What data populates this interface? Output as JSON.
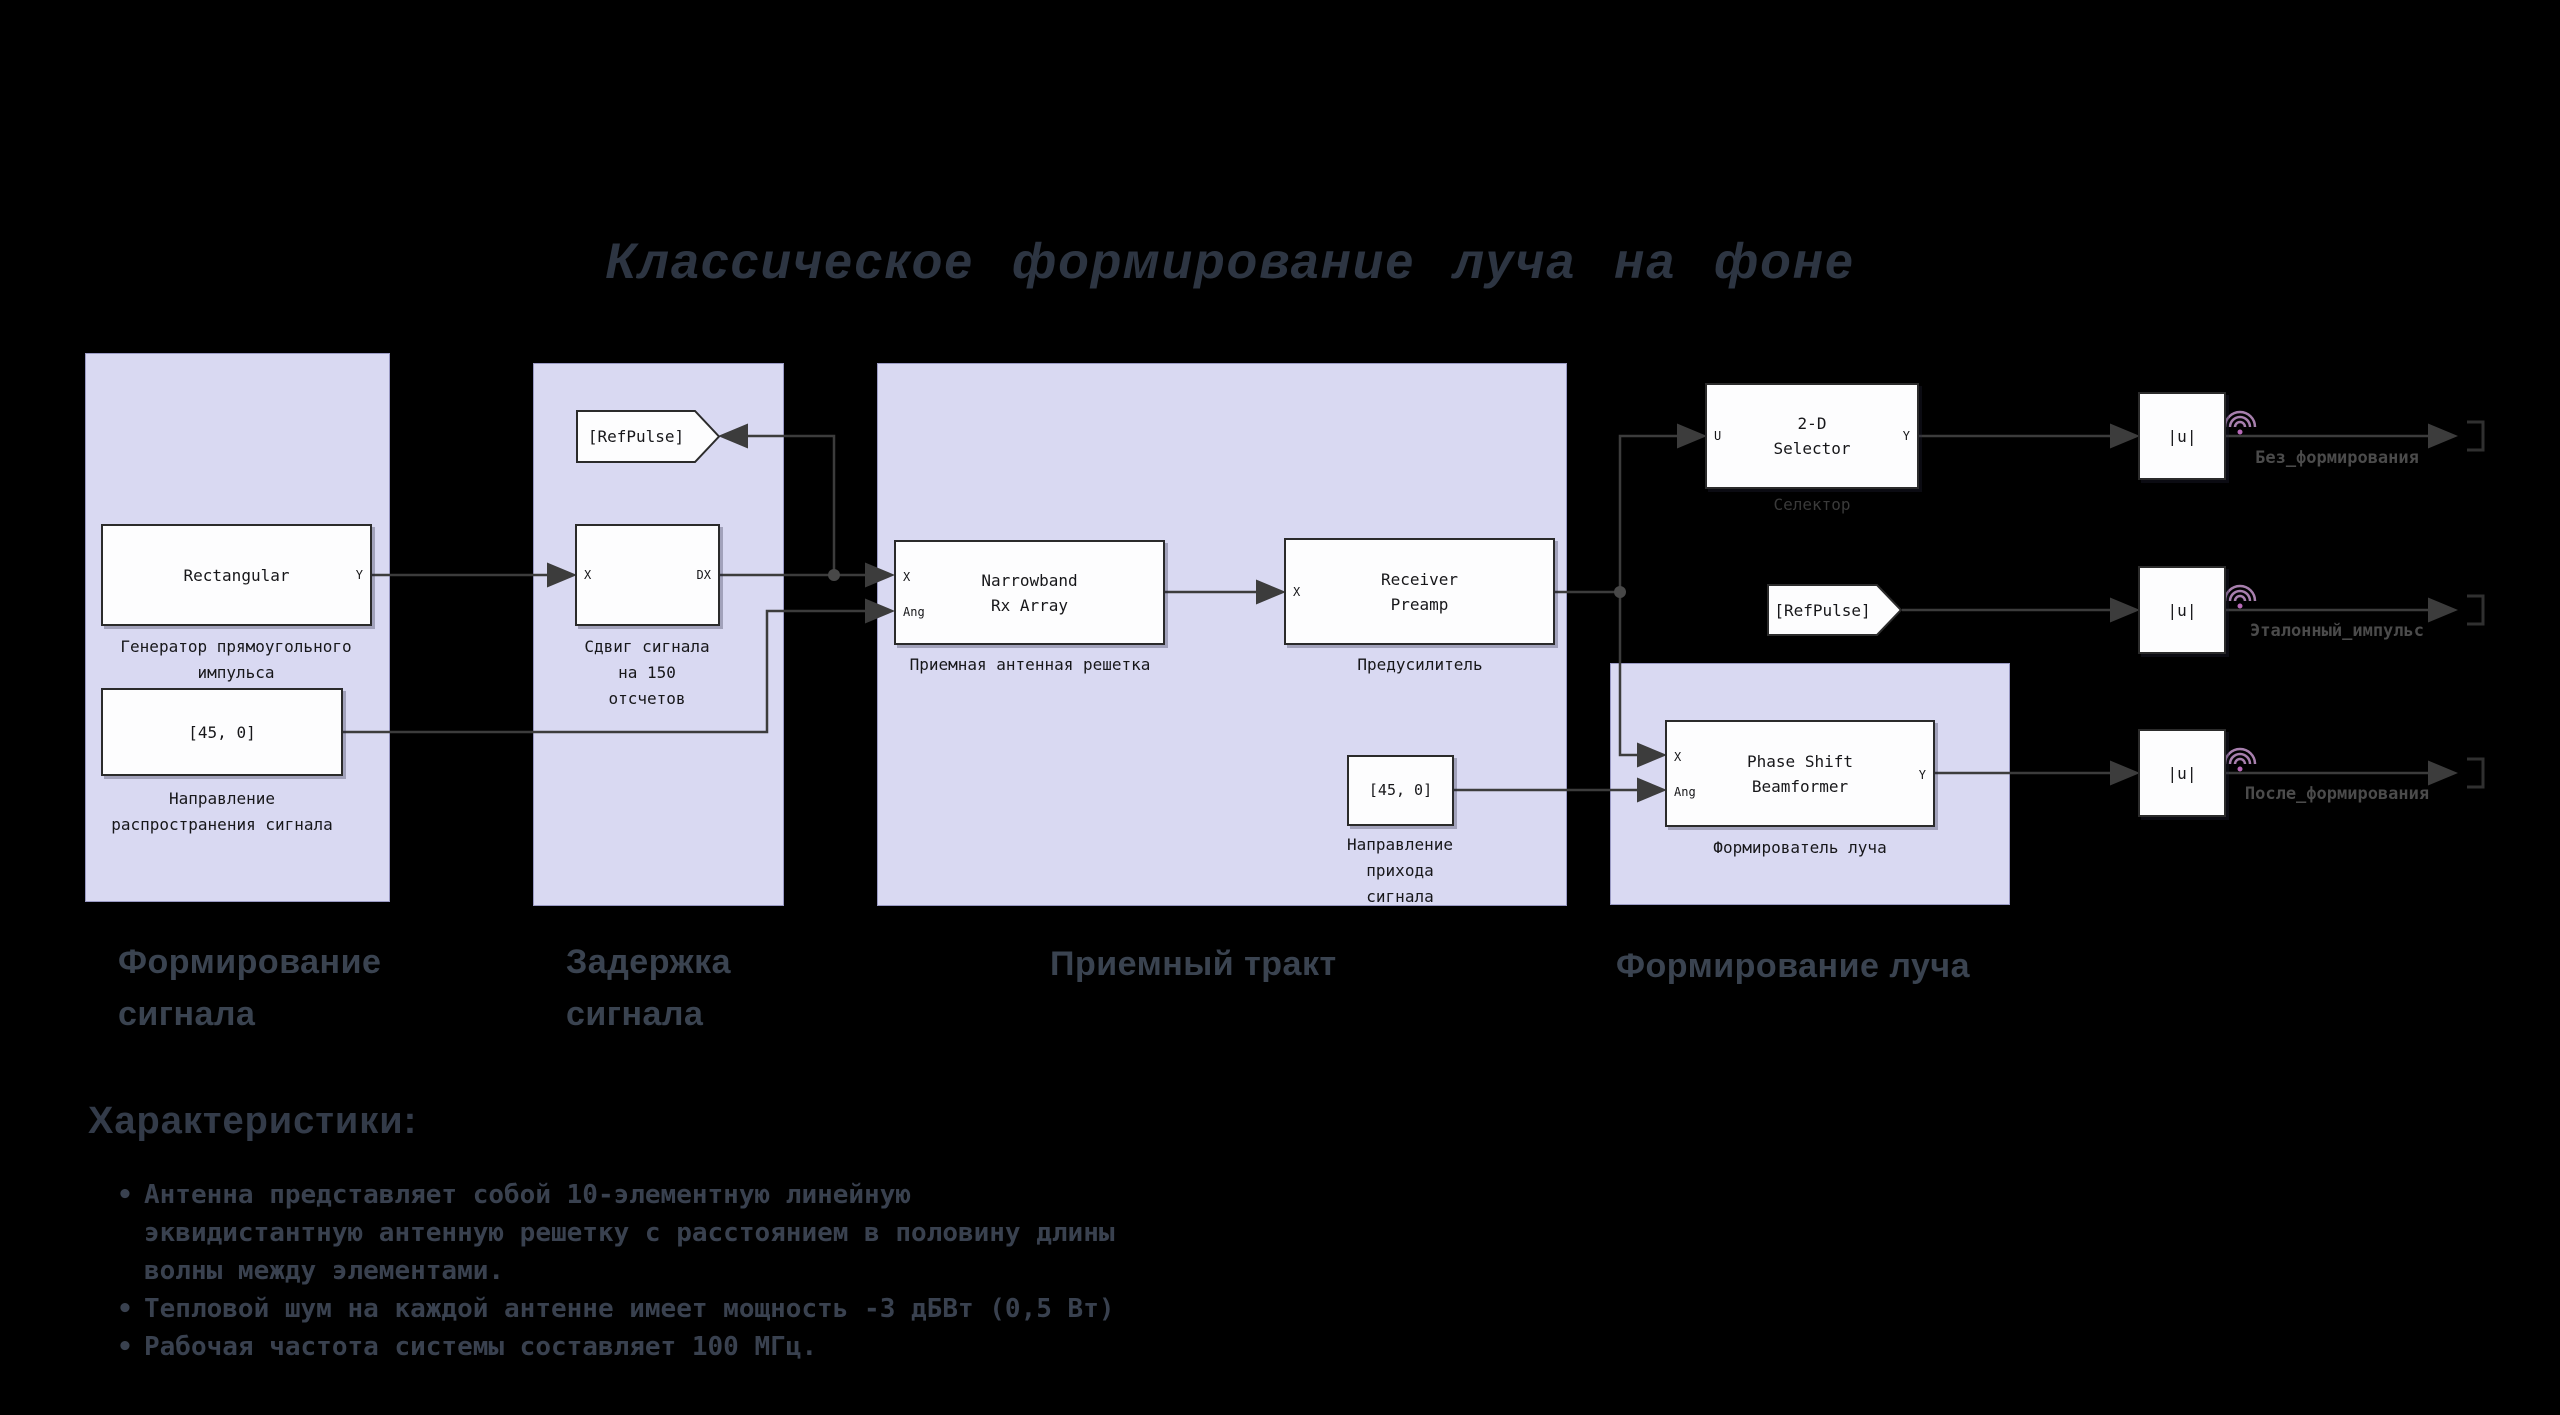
{
  "title": "Классическое формирование луча на фоне",
  "colors": {
    "canvas": "#000000",
    "area_fill": "#d9d9f2",
    "block_fill": "#fdfdfe",
    "wire": "#3c3c3c",
    "logging_icon_arc": "#a77fad",
    "logging_icon_dot": "#b869b8",
    "annotation_text": "#3a4350"
  },
  "sections": {
    "signal_generation": "Формирование\nсигнала",
    "signal_delay": "Задержка\nсигнала",
    "receive_path": "Приемный тракт",
    "beamforming": "Формирование луча"
  },
  "blocks": {
    "pulse_gen": {
      "label": "Rectangular",
      "port_y": "Y",
      "caption": "Генератор прямоугольного\nимпульса"
    },
    "prop_dir": {
      "label": "[45, 0]",
      "caption": "Направление\nраспространения сигнала"
    },
    "goto_ref": {
      "label": "[RefPulse]"
    },
    "sample_shift": {
      "port_x": "X",
      "port_dx": "DX",
      "caption": "Сдвиг сигнала\nна 150\nотсчетов"
    },
    "rx_array": {
      "label": "Narrowband\nRx Array",
      "port_x": "X",
      "port_ang": "Ang",
      "caption": "Приемная антенная решетка"
    },
    "preamp": {
      "label": "Receiver\nPreamp",
      "port_x": "X",
      "caption": "Предусилитель"
    },
    "selector": {
      "label": "2-D\nSelector",
      "port_u": "U",
      "port_y": "Y",
      "caption": "Селектор"
    },
    "from_ref": {
      "label": "[RefPulse]"
    },
    "arrival_dir": {
      "label": "[45,  0]",
      "caption": "Направление\nприхода\nсигнала"
    },
    "beamformer": {
      "label": "Phase Shift\nBeamformer",
      "port_x": "X",
      "port_ang": "Ang",
      "port_y": "Y",
      "caption": "Формирователь луча"
    },
    "abs1": {
      "label": "|u|"
    },
    "abs2": {
      "label": "|u|"
    },
    "abs3": {
      "label": "|u|"
    }
  },
  "outputs": {
    "o1": "Без_формирования",
    "o2": "Эталонный_импульс",
    "o3": "После_формирования"
  },
  "characteristics": {
    "heading": "Характеристики:",
    "bullet_char": "•",
    "bullets": [
      "Антенна представляет собой 10-элементную линейную эквидистантную антенную решетку с расстоянием в половину длины волны между элементами.",
      "Тепловой шум на каждой антенне имеет мощность -3 дБВт (0,5 Вт)",
      "Рабочая частота системы составляет 100 МГц."
    ]
  }
}
